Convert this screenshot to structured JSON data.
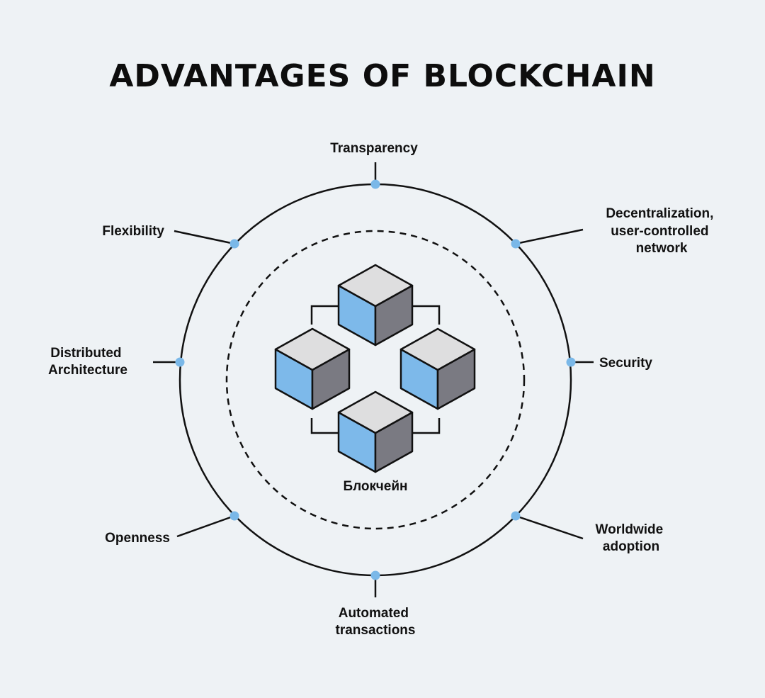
{
  "title": "ADVANTAGES OF BLOCKCHAIN",
  "center_label": "Блокчейн",
  "advantages": {
    "transparency": [
      "Transparency"
    ],
    "decentralization": [
      "Decentralization,",
      "user-controlled",
      "network"
    ],
    "security": [
      "Security"
    ],
    "worldwide": [
      "Worldwide",
      "adoption"
    ],
    "automated": [
      "Automated",
      "transactions"
    ],
    "openness": [
      "Openness"
    ],
    "distributed": [
      "Distributed",
      "Architecture"
    ],
    "flexibility": [
      "Flexibility"
    ]
  },
  "colors": {
    "background": "#eef2f5",
    "node_dot": "#7ab8e8",
    "cube_top": "#dededf",
    "cube_left": "#7db9ea",
    "cube_right": "#7a7a82",
    "line": "#111111"
  }
}
